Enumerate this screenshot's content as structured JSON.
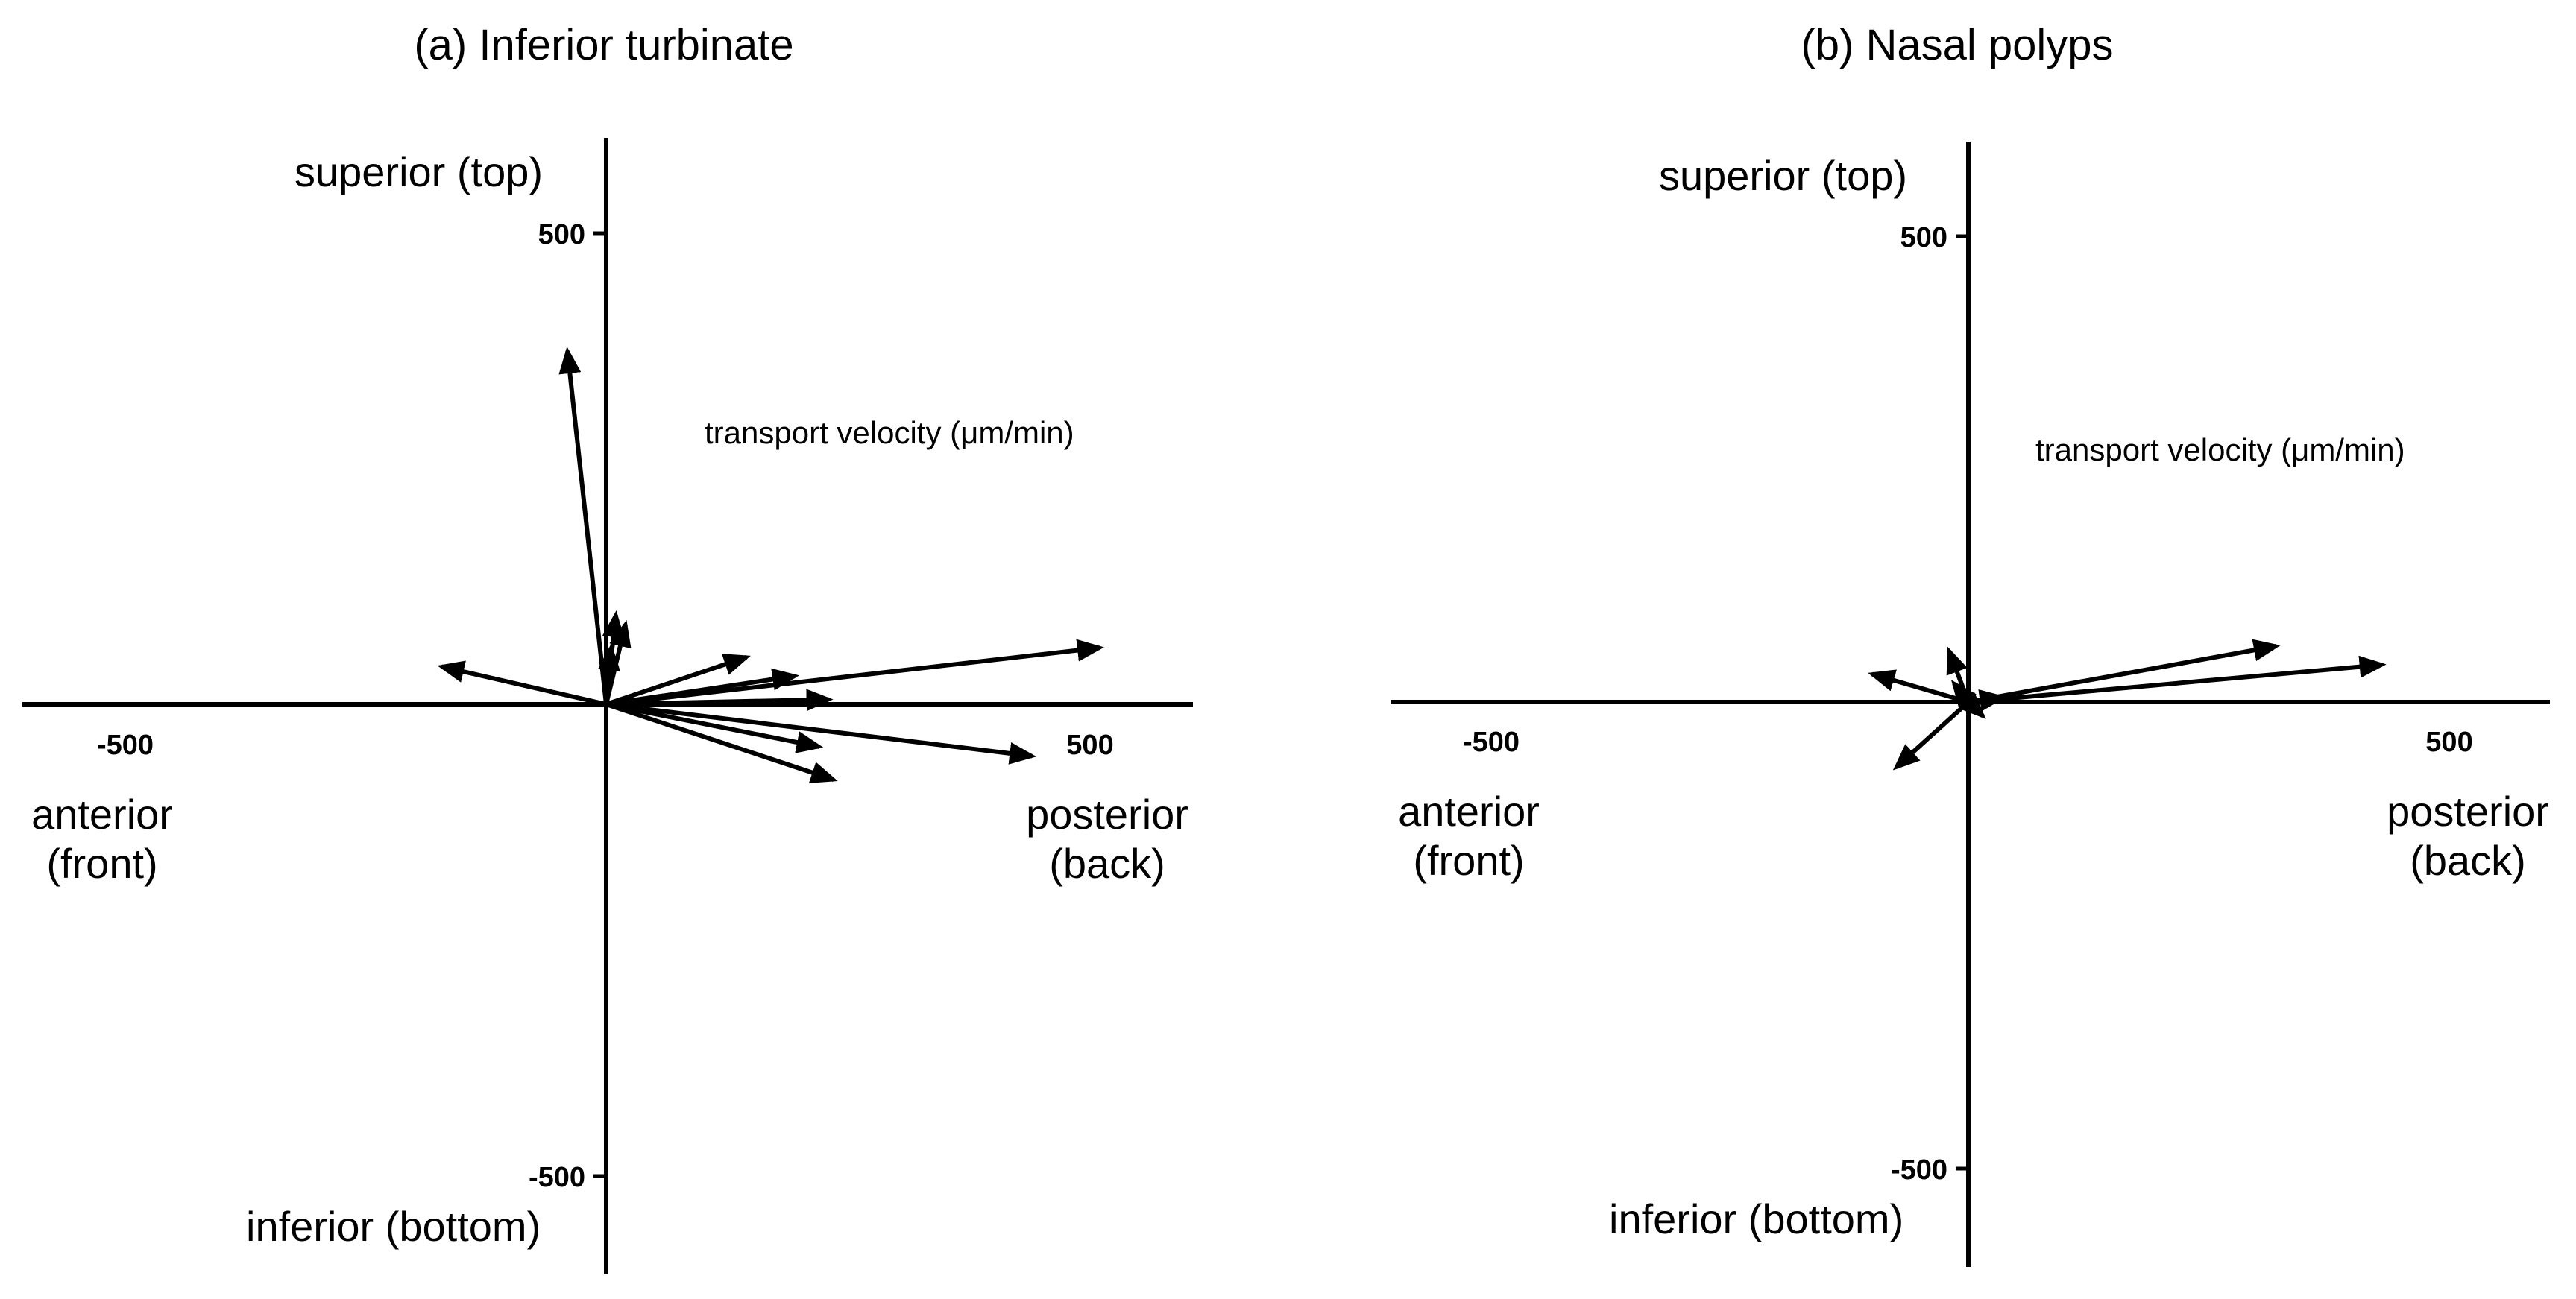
{
  "figure": {
    "charts": [
      {
        "id": "a",
        "title": "(a) Inferior turbinate",
        "labels": {
          "superior": "superior (top)",
          "inferior": "inferior (bottom)",
          "anterior_line1": "anterior",
          "anterior_line2": "(front)",
          "posterior_line1": "posterior",
          "posterior_line2": "(back)",
          "units": "transport velocity (μm/min)"
        },
        "ticks": {
          "x": [
            -500,
            500
          ],
          "y": [
            500,
            -500
          ]
        }
      },
      {
        "id": "b",
        "title": "(b) Nasal polyps",
        "labels": {
          "superior": "superior (top)",
          "inferior": "inferior (bottom)",
          "anterior_line1": "anterior",
          "anterior_line2": "(front)",
          "posterior_line1": "posterior",
          "posterior_line2": "(back)",
          "units": "transport velocity (μm/min)"
        },
        "ticks": {
          "x": [
            -500,
            500
          ],
          "y": [
            500,
            -500
          ]
        }
      }
    ]
  },
  "chart_data": [
    {
      "type": "vector",
      "title": "(a) Inferior turbinate",
      "xlabel": "anterior (front) / posterior (back)",
      "ylabel": "superior (top) / inferior (bottom)",
      "units": "transport velocity (μm/min)",
      "xlim": [
        -610,
        610
      ],
      "ylim": [
        -600,
        590
      ],
      "vectors": [
        {
          "x": -40,
          "y": 375
        },
        {
          "x": -170,
          "y": 40
        },
        {
          "x": 10,
          "y": 95
        },
        {
          "x": 20,
          "y": 85
        },
        {
          "x": 5,
          "y": 60
        },
        {
          "x": 145,
          "y": 50
        },
        {
          "x": 195,
          "y": 30
        },
        {
          "x": 230,
          "y": 5
        },
        {
          "x": 510,
          "y": 60
        },
        {
          "x": 220,
          "y": -45
        },
        {
          "x": 235,
          "y": -80
        },
        {
          "x": 440,
          "y": -55
        }
      ]
    },
    {
      "type": "vector",
      "title": "(b) Nasal polyps",
      "xlabel": "anterior (front) / posterior (back)",
      "ylabel": "superior (top) / inferior (bottom)",
      "units": "transport velocity (μm/min)",
      "xlim": [
        -610,
        610
      ],
      "ylim": [
        -600,
        590
      ],
      "vectors": [
        {
          "x": -100,
          "y": 30
        },
        {
          "x": -75,
          "y": -70
        },
        {
          "x": -20,
          "y": 55
        },
        {
          "x": -15,
          "y": 20
        },
        {
          "x": 15,
          "y": -15
        },
        {
          "x": 35,
          "y": 5
        },
        {
          "x": 320,
          "y": 60
        },
        {
          "x": 430,
          "y": 40
        }
      ]
    }
  ]
}
